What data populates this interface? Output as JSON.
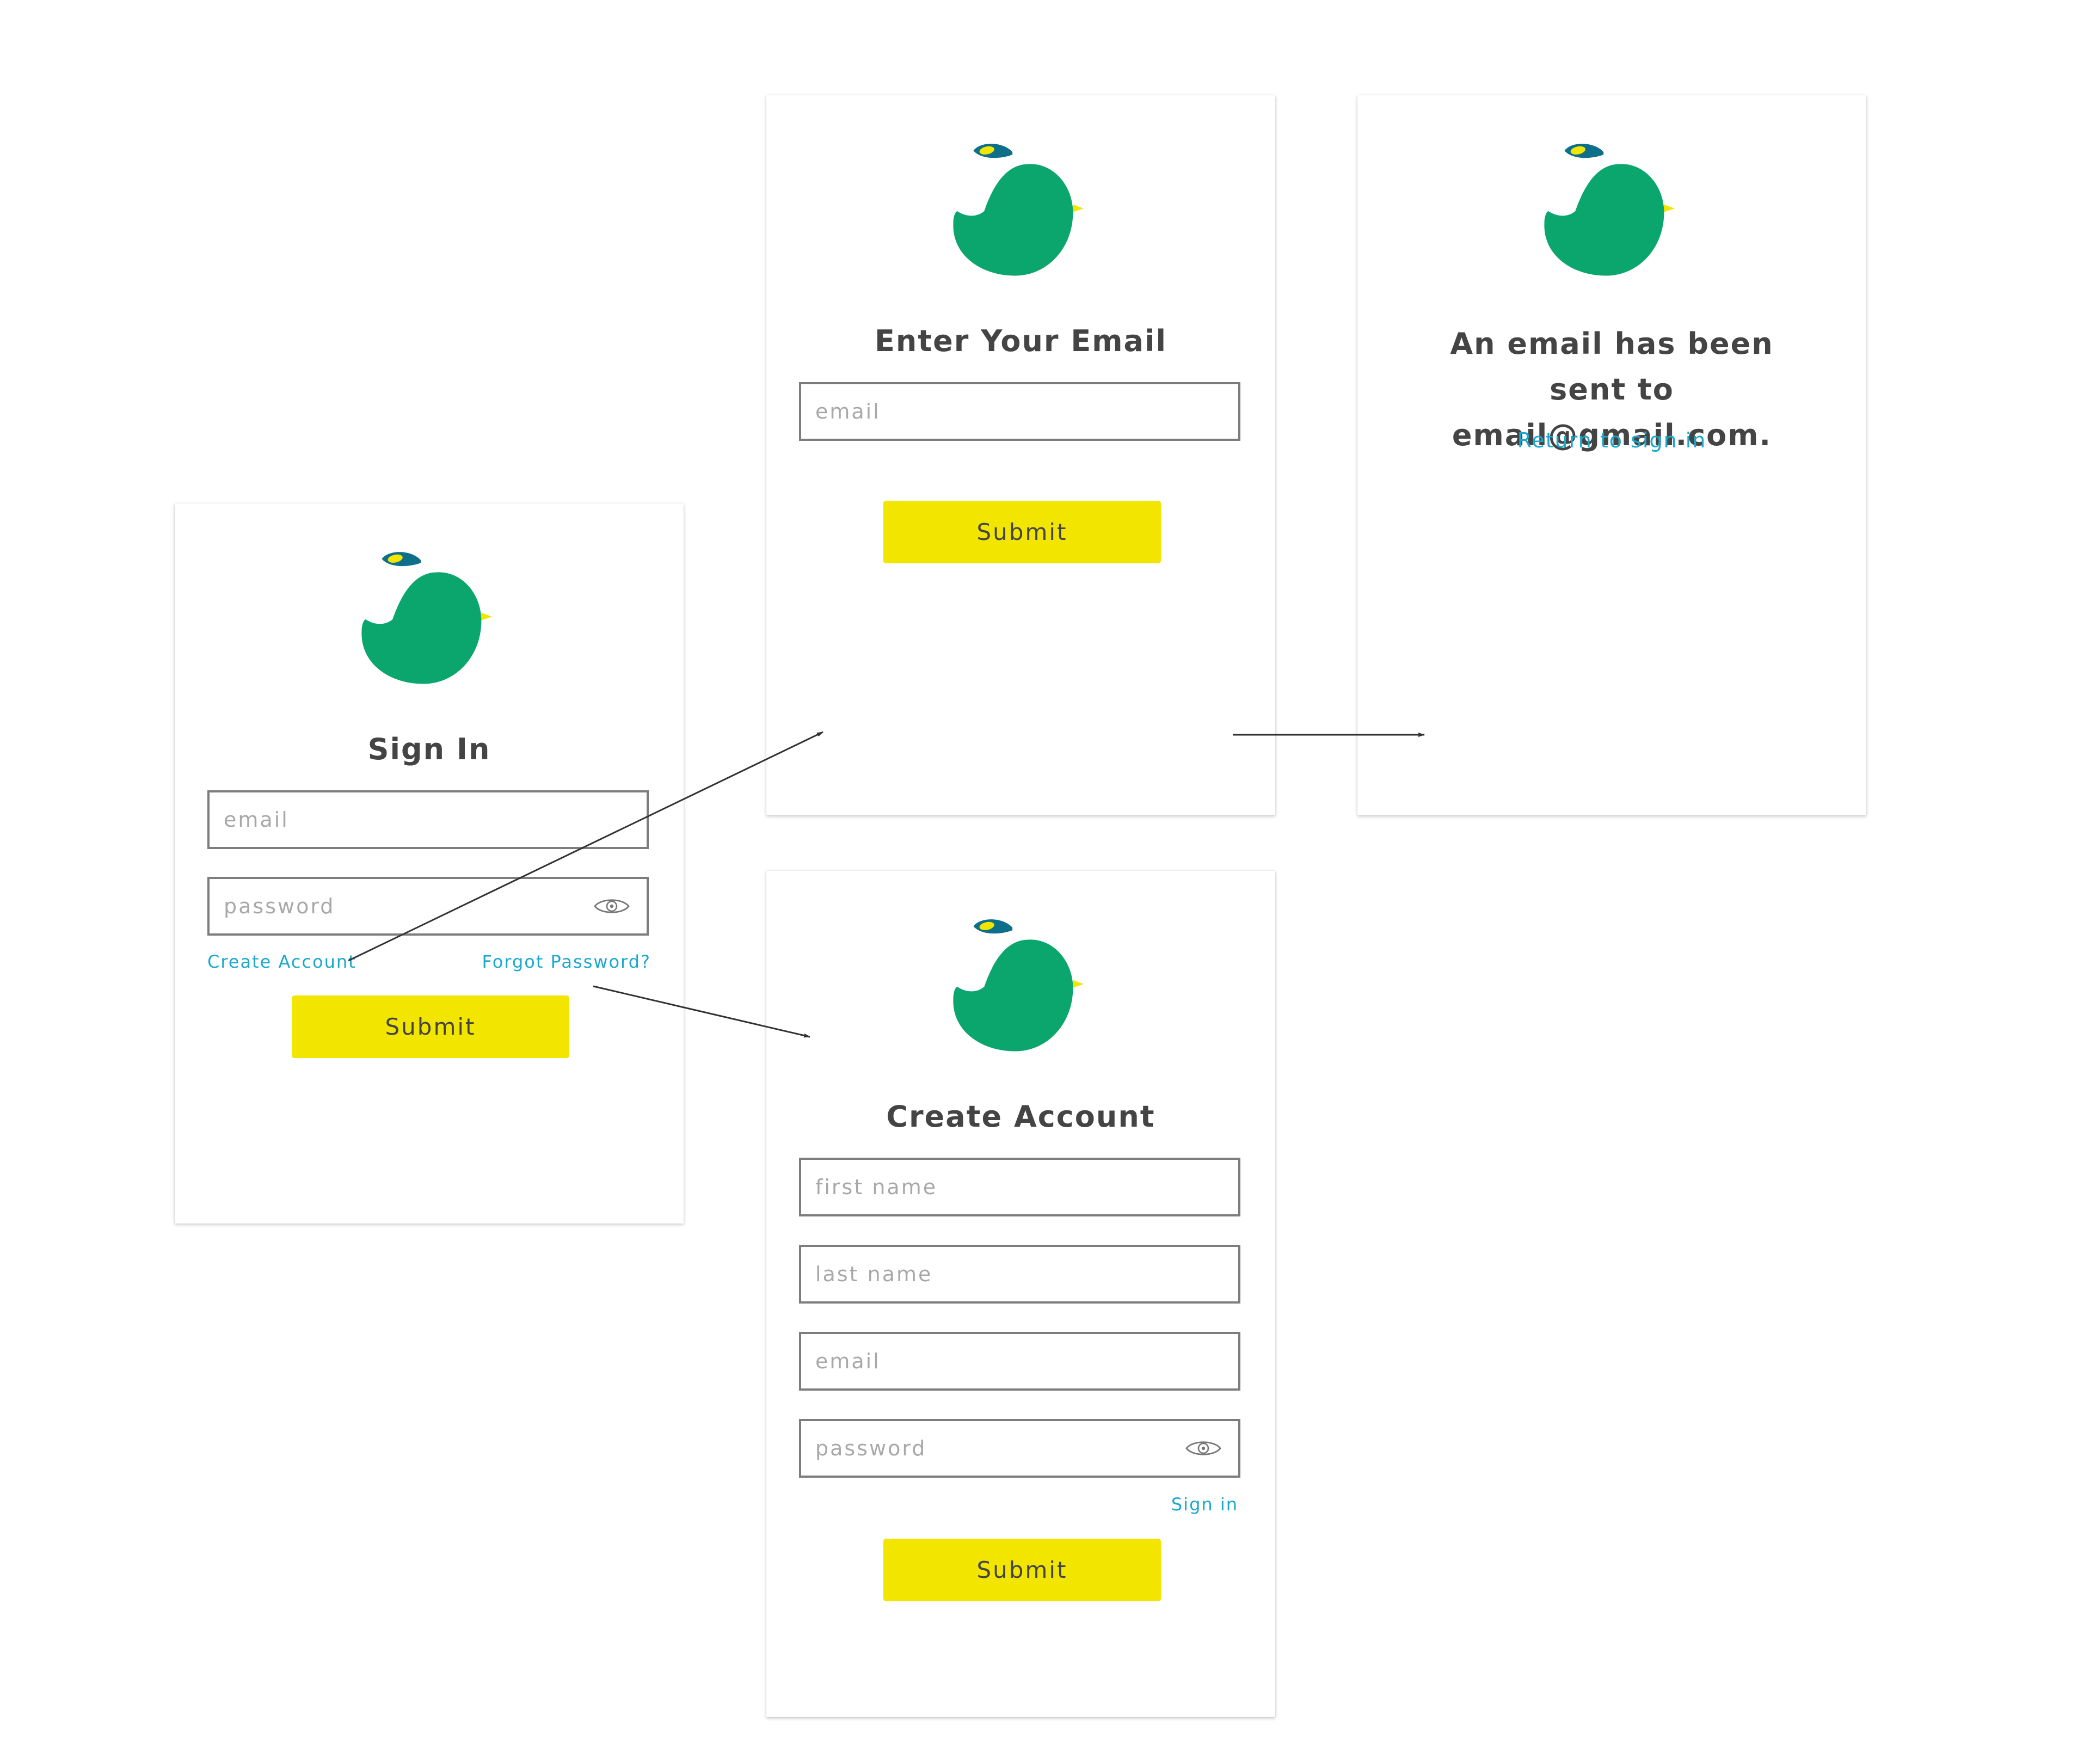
{
  "colors": {
    "bird_green": "#0aa66e",
    "bird_crest": "#0e6f8a",
    "bird_accent": "#f2e500",
    "button_yellow": "#f2e500",
    "link_blue": "#1aa8cf",
    "title_gray": "#444444"
  },
  "signin": {
    "title": "Sign In",
    "email_placeholder": "email",
    "password_placeholder": "password",
    "create_account_link": "Create Account",
    "forgot_password_link": "Forgot Password?",
    "submit_label": "Submit"
  },
  "forgot": {
    "title": "Enter Your Email",
    "email_placeholder": "email",
    "submit_label": "Submit"
  },
  "sent": {
    "message": "An email has been sent to email@gmail.com.",
    "return_link": "Return to sign in"
  },
  "create": {
    "title": "Create Account",
    "first_name_placeholder": "first name",
    "last_name_placeholder": "last name",
    "email_placeholder": "email",
    "password_placeholder": "password",
    "sign_in_link": "Sign in",
    "submit_label": "Submit"
  },
  "icons": {
    "logo": "bird-logo-icon",
    "password_toggle": "eye-icon",
    "flow_connector": "arrow-icon"
  }
}
